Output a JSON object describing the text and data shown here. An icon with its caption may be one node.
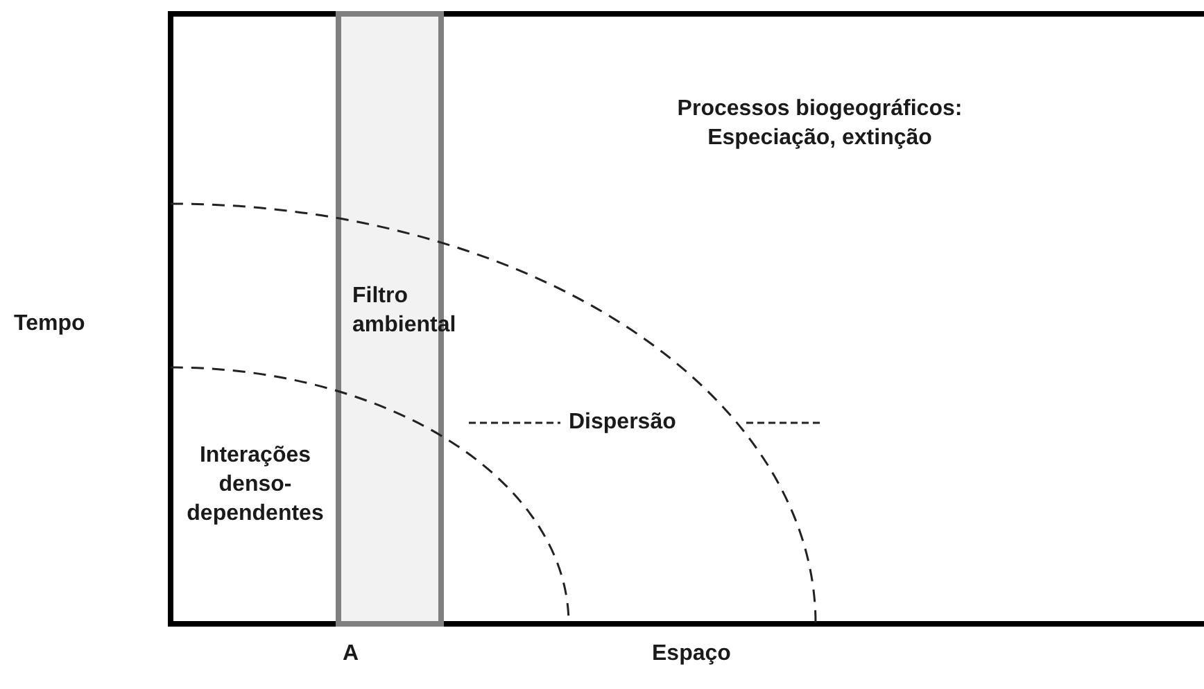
{
  "diagram": {
    "labels": [
      "Processos biogeográficos: Especiação, extinção",
      "Tempo",
      "Filtro ambiental",
      "Dispersão",
      "Interações denso-dependentes",
      "A",
      "Espaço"
    ]
  }
}
